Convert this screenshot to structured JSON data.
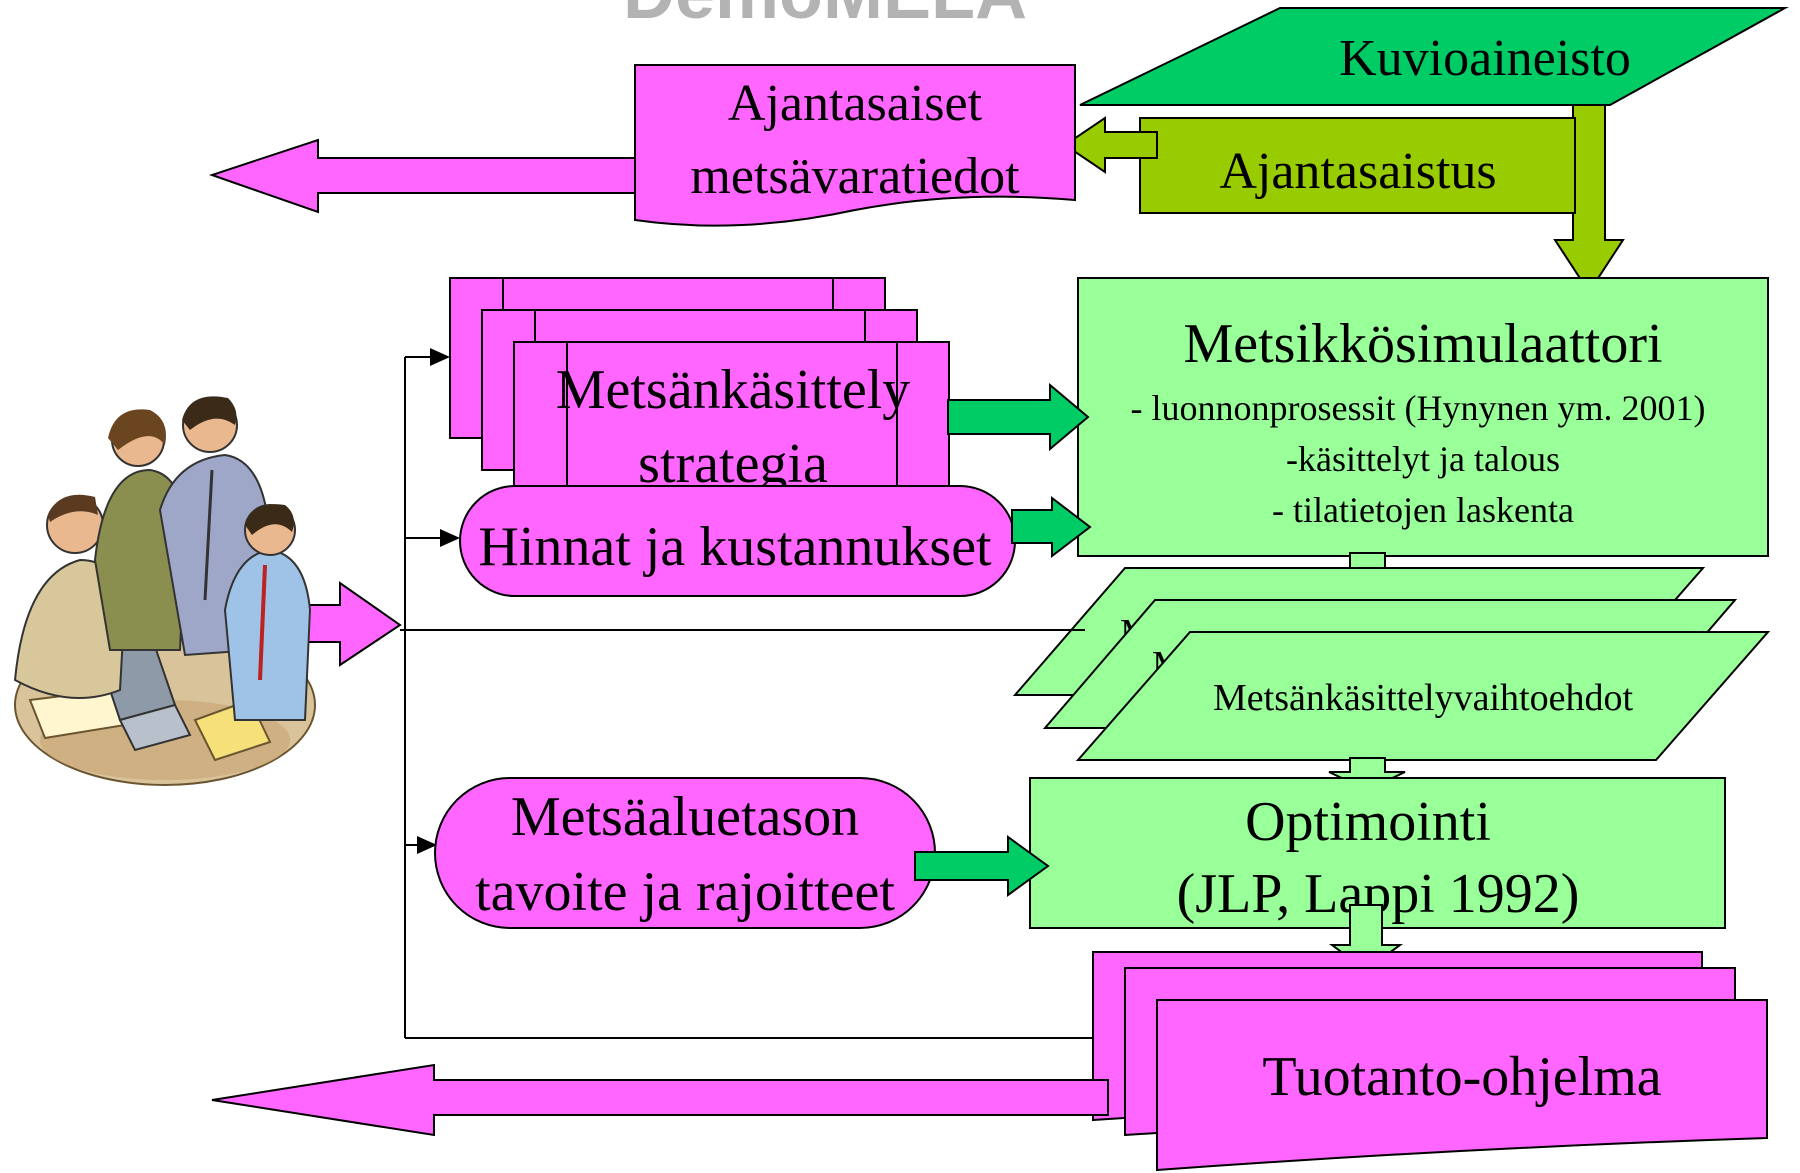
{
  "title": "DemoMELA",
  "nodes": {
    "kuvioaineisto": "Kuvioaineisto",
    "ajantasaiset": [
      "Ajantasaiset",
      "metsävaratiedot"
    ],
    "ajantasaistus": "Ajantasaistus",
    "simulaattori": {
      "title": "Metsikkösimulaattori",
      "lines": [
        "- luonnonprosessit (Hynynen ym. 2001)",
        "-käsittelyt ja talous",
        "- tilatietojen laskenta"
      ]
    },
    "strategia": [
      "Metsänkäsittely",
      "strategia"
    ],
    "hinnat": "Hinnat ja kustannukset",
    "vaihtoehdot": {
      "back1": "Met",
      "back2": "Me",
      "front": "Metsänkäsittelyvaihtoehdot"
    },
    "tavoite": [
      "Metsäaluetason",
      "tavoite ja rajoitteet"
    ],
    "optimointi": [
      "Optimointi",
      "(JLP, Lappi 1992)"
    ],
    "tuotanto": "Tuotanto-ohjelma"
  },
  "colors": {
    "magenta": "#ff66ff",
    "green_dark": "#00cc66",
    "olive": "#99cc00",
    "light_green": "#99ff99",
    "title_gray": "#b3b3b3"
  },
  "icons": {
    "people": "people-at-computer-clipart"
  }
}
